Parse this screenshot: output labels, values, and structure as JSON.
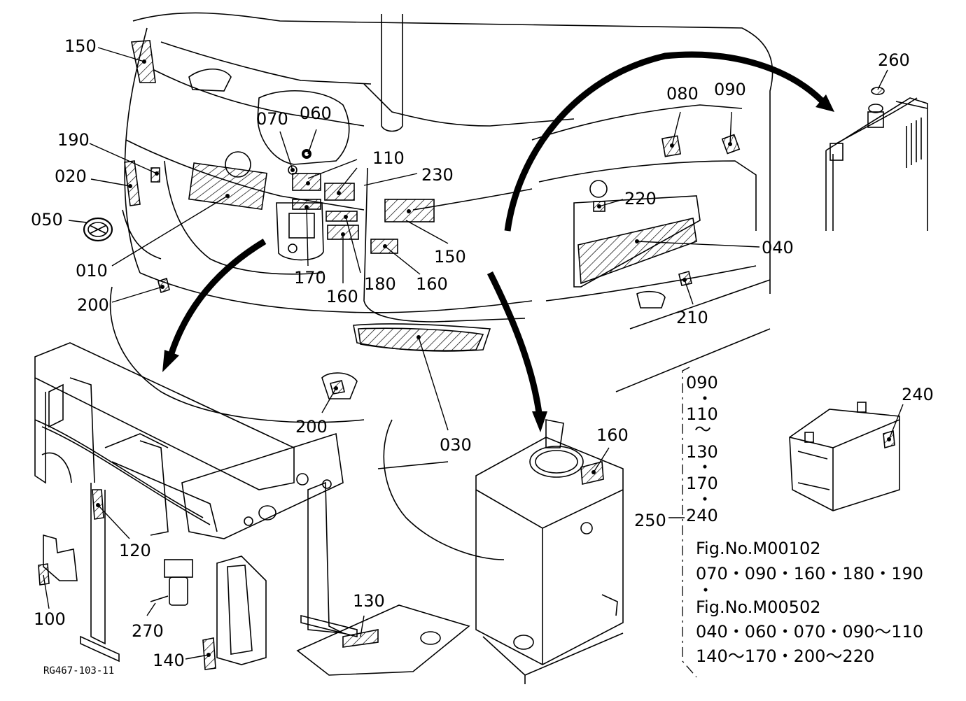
{
  "figure_code": "RG467-103-11",
  "callouts": [
    "150",
    "070",
    "060",
    "190",
    "110",
    "230",
    "020",
    "050",
    "010",
    "170",
    "160",
    "180",
    "150",
    "160",
    "200",
    "080",
    "090",
    "260",
    "220",
    "040",
    "210",
    "030",
    "200",
    "160",
    "120",
    "100",
    "270",
    "140",
    "130",
    "240",
    "250"
  ],
  "list": {
    "items": [
      "090",
      "・",
      "110",
      "〜",
      "130",
      "・",
      "170",
      "・",
      "240"
    ],
    "notes": [
      "Fig.No.M00102",
      "070・090・160・180・190",
      "・",
      "Fig.No.M00502",
      "040・060・070・090〜110",
      "140〜170・200〜220"
    ]
  }
}
